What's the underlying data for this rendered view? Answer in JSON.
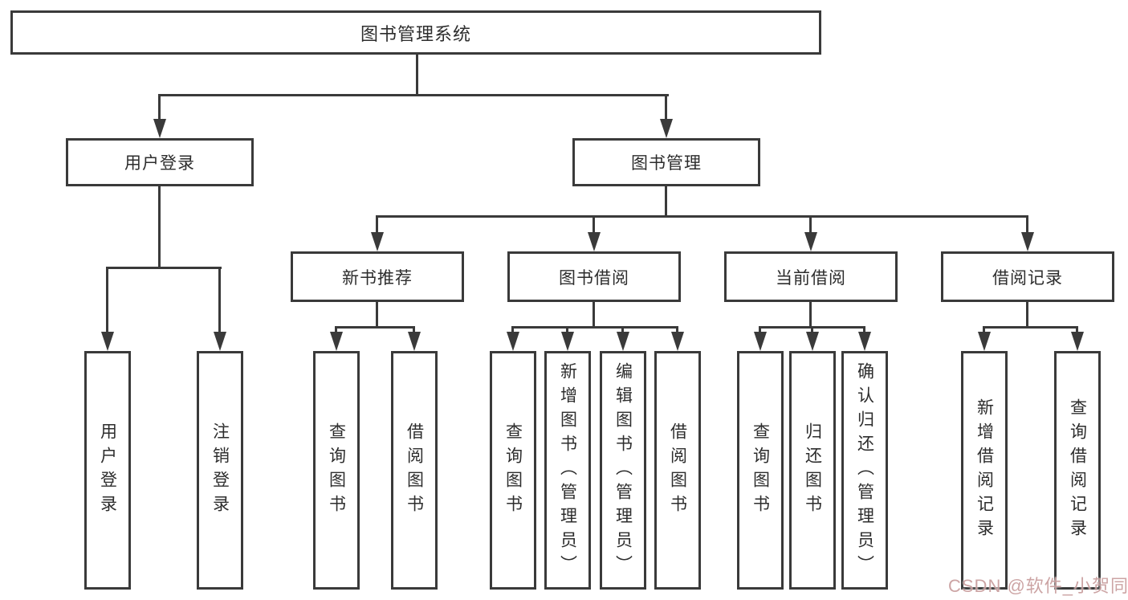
{
  "tree": {
    "root": {
      "label": "图书管理系统"
    },
    "children": [
      {
        "label": "用户登录",
        "children": [
          {
            "label": "用户登录"
          },
          {
            "label": "注销登录"
          }
        ]
      },
      {
        "label": "图书管理",
        "children": [
          {
            "label": "新书推荐",
            "children": [
              {
                "label": "查询图书"
              },
              {
                "label": "借阅图书"
              }
            ]
          },
          {
            "label": "图书借阅",
            "children": [
              {
                "label": "查询图书"
              },
              {
                "label": "新增图书（管理员）"
              },
              {
                "label": "编辑图书（管理员）"
              },
              {
                "label": "借阅图书"
              }
            ]
          },
          {
            "label": "当前借阅",
            "children": [
              {
                "label": "查询图书"
              },
              {
                "label": "归还图书"
              },
              {
                "label": "确认归还（管理员）"
              }
            ]
          },
          {
            "label": "借阅记录",
            "children": [
              {
                "label": "新增借阅记录"
              },
              {
                "label": "查询借阅记录"
              }
            ]
          }
        ]
      }
    ]
  },
  "watermark": {
    "text": "CSDN @软件_小贺同学"
  },
  "colors": {
    "line": "#3a3a3a",
    "text": "#2d2d2d",
    "background": "#ffffff",
    "watermark": "#c39494"
  }
}
